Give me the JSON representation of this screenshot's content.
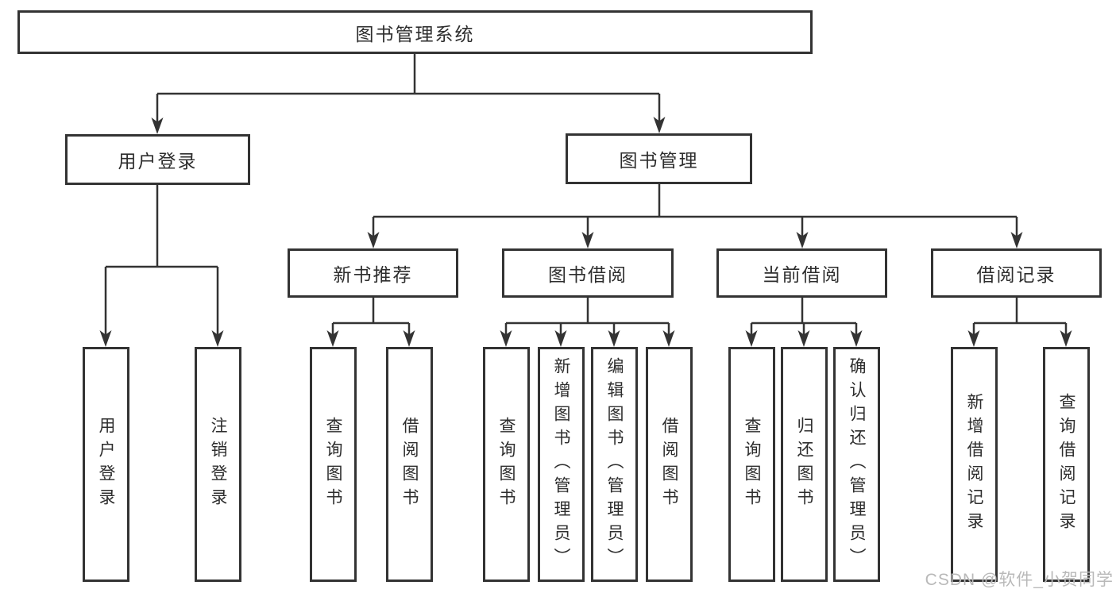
{
  "diagram": {
    "title": "图书管理系统",
    "level2": {
      "user_login": "用户登录",
      "book_mgmt": "图书管理"
    },
    "level3": {
      "new_books": "新书推荐",
      "book_borrow": "图书借阅",
      "current_borrow": "当前借阅",
      "borrow_records": "借阅记录"
    },
    "leaves": {
      "user": [
        "用户登录",
        "注销登录"
      ],
      "new_books": [
        "查询图书",
        "借阅图书"
      ],
      "book_borrow": [
        "查询图书",
        "新增图书（管理员）",
        "编辑图书（管理员）",
        "借阅图书"
      ],
      "current_borrow": [
        "查询图书",
        "归还图书",
        "确认归还（管理员）"
      ],
      "borrow_records": [
        "新增借阅记录",
        "查询借阅记录"
      ]
    },
    "line_color": "#333333"
  },
  "watermark": "CSDN @软件_小贺同学"
}
